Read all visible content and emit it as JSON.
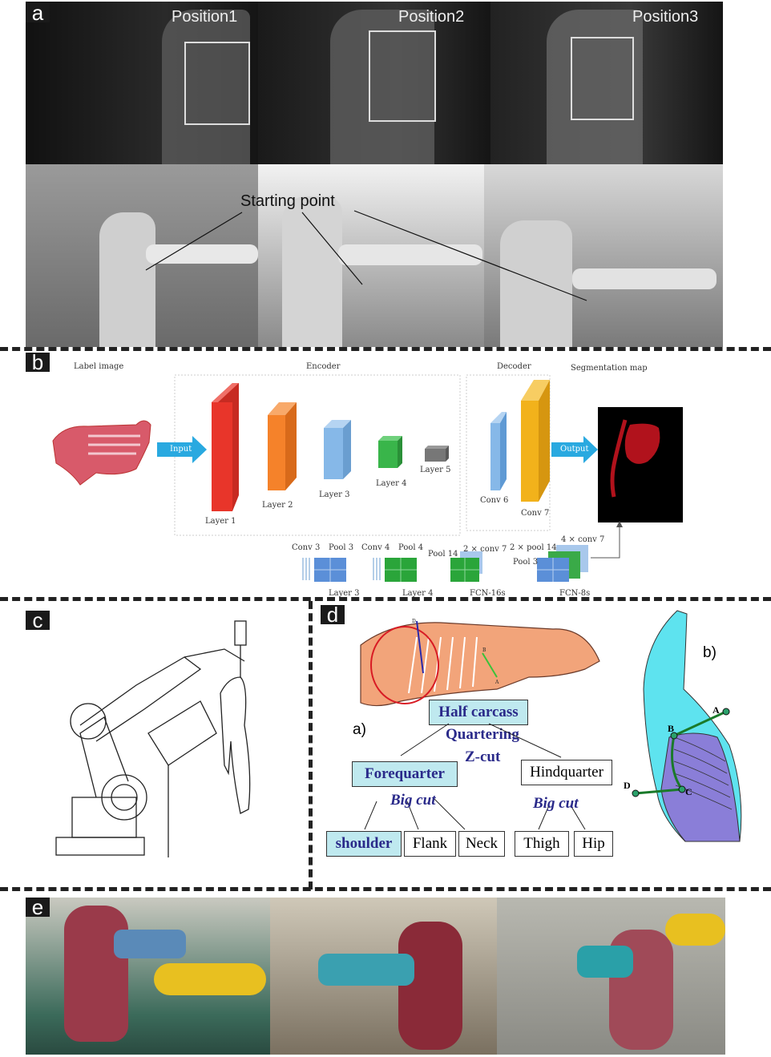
{
  "panels": {
    "a": "a",
    "b": "b",
    "c": "c",
    "d": "d",
    "e": "e"
  },
  "panel_a": {
    "positions": [
      "Position1",
      "Position2",
      "Position3"
    ],
    "starting_point": "Starting point"
  },
  "panel_b": {
    "label_image": "Label image",
    "encoder": "Encoder",
    "decoder": "Decoder",
    "segmentation_map": "Segmentation map",
    "input": "Input",
    "output": "Output",
    "layers": [
      "Layer 1",
      "Layer 2",
      "Layer 3",
      "Layer 4",
      "Layer 5"
    ],
    "convs": [
      "Conv 6",
      "Conv 7"
    ],
    "bottom": {
      "conv3": "Conv 3",
      "pool3": "Pool 3",
      "conv4": "Conv 4",
      "pool4": "Pool 4",
      "pool14": "Pool 14",
      "conv7x2": "2 × conv 7",
      "pool14x2": "2 × pool 14",
      "conv7x4": "4 × conv 7",
      "pool3b": "Pool 3",
      "layer3": "Layer 3",
      "layer4": "Layer 4",
      "fcn16": "FCN-16s",
      "fcn8": "FCN-8s"
    },
    "colors": {
      "layer1": "#e8352a",
      "layer2": "#f5822a",
      "layer3": "#86b8e8",
      "layer4": "#39b54a",
      "layer5": "#777777",
      "conv7": "#f2b21b",
      "arrow": "#29a9e0"
    }
  },
  "panel_d": {
    "half_carcass": "Half carcass",
    "quartering": "Quartering",
    "zcut": "Z-cut",
    "a_label": "a)",
    "b_label": "b)",
    "forequarter": "Forequarter",
    "hindquarter": "Hindquarter",
    "big_cut_1": "Big cut",
    "big_cut_2": "Big cut",
    "leaves": [
      "shoulder",
      "Flank",
      "Neck",
      "Thigh",
      "Hip"
    ],
    "points": [
      "A",
      "B",
      "C",
      "D"
    ],
    "small_points": [
      "D",
      "B",
      "A"
    ]
  }
}
